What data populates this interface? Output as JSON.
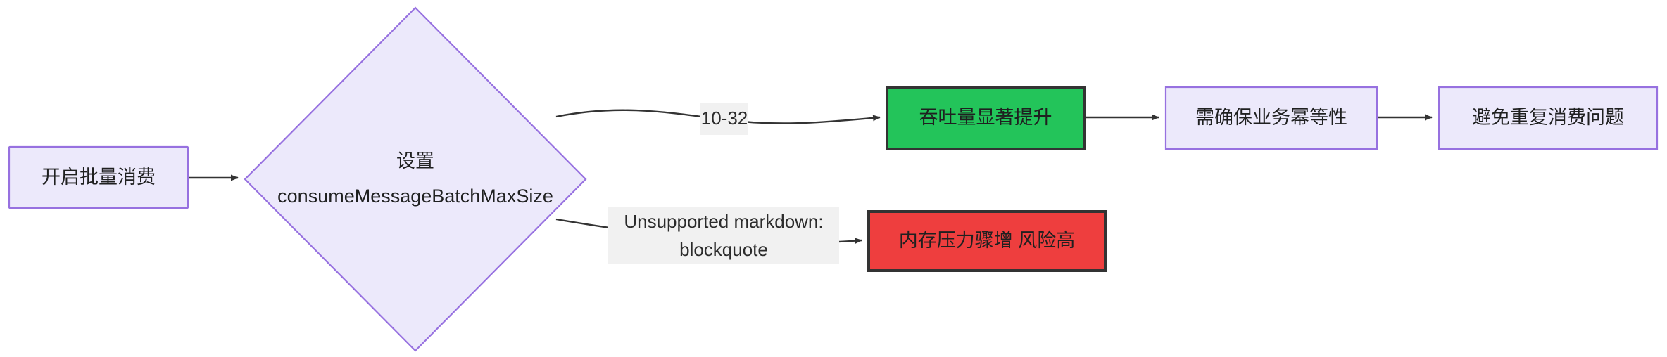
{
  "diagram": {
    "type": "flowchart",
    "direction": "left-to-right",
    "background": "#ffffff",
    "palette": {
      "node_purple_fill": "#ECE9FB",
      "node_purple_stroke": "#9771E0",
      "node_green_fill": "#23C45A",
      "node_red_fill": "#EE3E3E",
      "node_dark_stroke": "#333333",
      "edge_stroke": "#333333",
      "edge_label_bg": "#F1F1F1",
      "text_color": "#1F2020"
    },
    "nodes": [
      {
        "id": "start",
        "shape": "rect",
        "style": "purple",
        "lines": [
          "开启批量消费"
        ]
      },
      {
        "id": "decision",
        "shape": "diamond",
        "style": "purple",
        "lines": [
          "设置",
          "consumeMessageBatchMaxSize"
        ]
      },
      {
        "id": "throughput",
        "shape": "rect",
        "style": "green",
        "lines": [
          "吞吐量显著提升"
        ]
      },
      {
        "id": "memory",
        "shape": "rect",
        "style": "red",
        "lines": [
          "内存压力骤增 风险高"
        ]
      },
      {
        "id": "idempotent",
        "shape": "rect",
        "style": "purple",
        "lines": [
          "需确保业务幂等性"
        ]
      },
      {
        "id": "duplicate",
        "shape": "rect",
        "style": "purple",
        "lines": [
          "避免重复消费问题"
        ]
      }
    ],
    "edges": [
      {
        "id": "e1",
        "from": "start",
        "to": "decision",
        "label": ""
      },
      {
        "id": "e2",
        "from": "decision",
        "to": "throughput",
        "label": "10-32"
      },
      {
        "id": "e3",
        "from": "decision",
        "to": "memory",
        "label_lines": [
          "Unsupported markdown:",
          "blockquote"
        ]
      },
      {
        "id": "e4",
        "from": "throughput",
        "to": "idempotent",
        "label": ""
      },
      {
        "id": "e5",
        "from": "idempotent",
        "to": "duplicate",
        "label": ""
      }
    ],
    "edge_labels": {
      "branch_upper": "10-32",
      "branch_lower_line1": "Unsupported markdown:",
      "branch_lower_line2": "blockquote"
    }
  }
}
